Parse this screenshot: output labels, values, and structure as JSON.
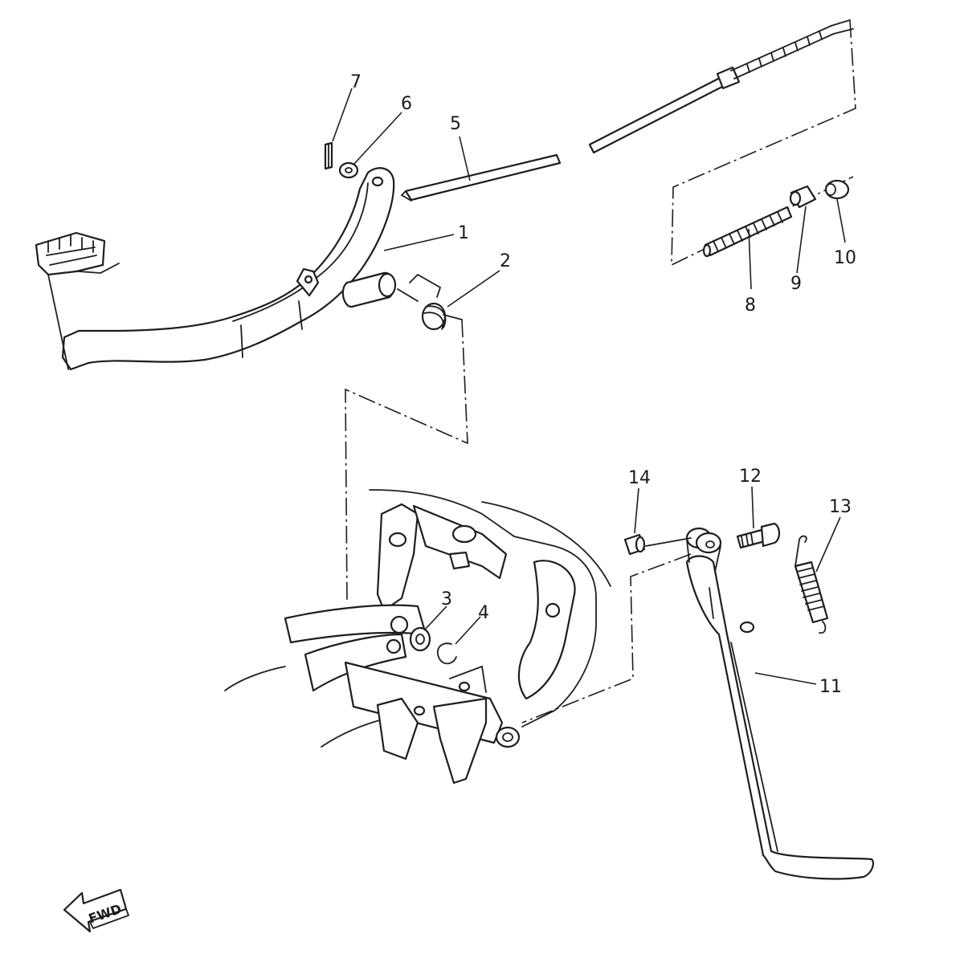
{
  "callouts": [
    {
      "id": "c1",
      "label": "1"
    },
    {
      "id": "c2",
      "label": "2"
    },
    {
      "id": "c3",
      "label": "3"
    },
    {
      "id": "c4",
      "label": "4"
    },
    {
      "id": "c5",
      "label": "5"
    },
    {
      "id": "c6",
      "label": "6"
    },
    {
      "id": "c7",
      "label": "7"
    },
    {
      "id": "c8",
      "label": "8"
    },
    {
      "id": "c9",
      "label": "9"
    },
    {
      "id": "c10",
      "label": "10"
    },
    {
      "id": "c11",
      "label": "11"
    },
    {
      "id": "c12",
      "label": "12"
    },
    {
      "id": "c13",
      "label": "13"
    },
    {
      "id": "c14",
      "label": "14"
    }
  ],
  "direction_indicator": {
    "label": "FWD",
    "icon": "forward-arrow-icon"
  },
  "colors": {
    "line": "#1e1e1e",
    "background": "#ffffff"
  }
}
